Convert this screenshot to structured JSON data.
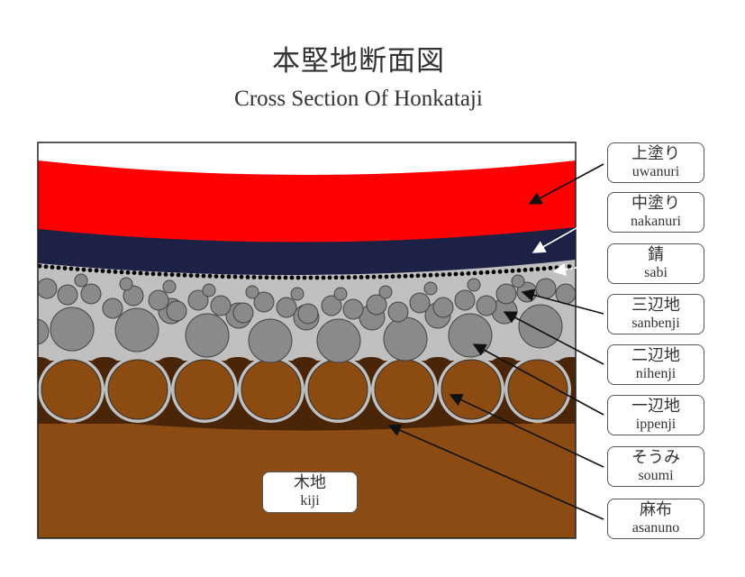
{
  "title_jp": "本堅地断面図",
  "title_en": "Cross Section Of Honkataji",
  "colors": {
    "uwanuri": "#ff0000",
    "nakanuri": "#1e2146",
    "sabi": "#000000",
    "matrix": "#c0c0c0",
    "particle": "#8a8a8a",
    "ippenji": "#8c4b10",
    "soumi": "#4a2508",
    "kiji": "#8c4b12"
  },
  "layers": [
    {
      "jp": "上塗り",
      "romaji": "uwanuri"
    },
    {
      "jp": "中塗り",
      "romaji": "nakanuri"
    },
    {
      "jp": "錆",
      "romaji": "sabi"
    },
    {
      "jp": "三辺地",
      "romaji": "sanbenji"
    },
    {
      "jp": "二辺地",
      "romaji": "nihenji"
    },
    {
      "jp": "一辺地",
      "romaji": "ippenji"
    },
    {
      "jp": "そうみ",
      "romaji": "soumi"
    },
    {
      "jp": "麻布",
      "romaji": "asanuno"
    }
  ],
  "base": {
    "jp": "木地",
    "romaji": "kiji"
  }
}
